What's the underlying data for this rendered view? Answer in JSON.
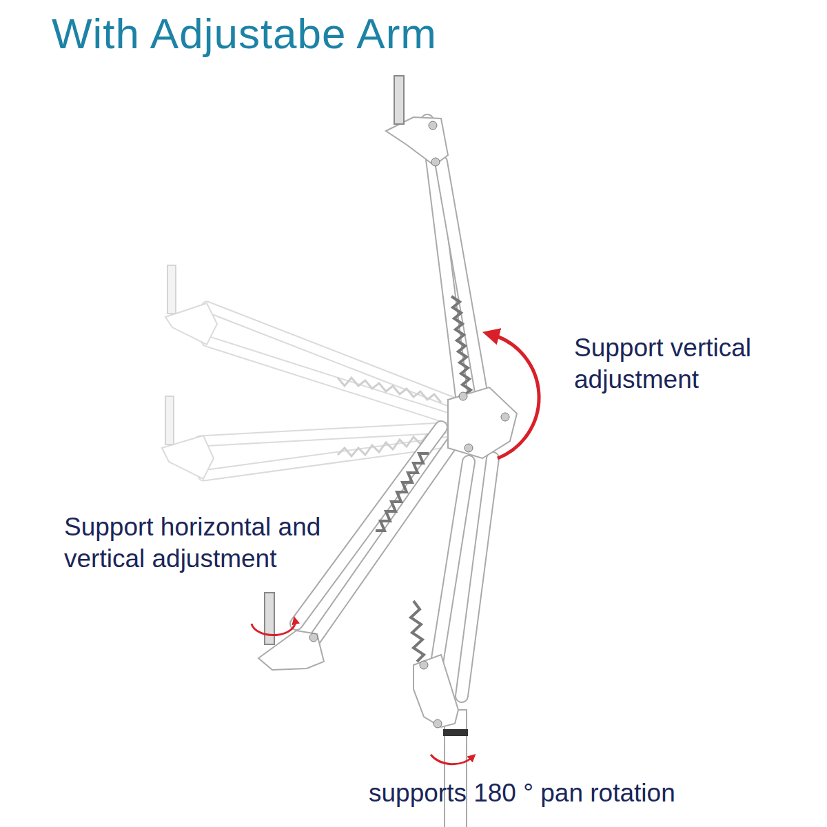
{
  "diagram": {
    "title": "With Adjustabe Arm",
    "labels": [
      "Support vertical adjustment",
      "Support horizontal and vertical adjustment",
      "supports 180 ° pan rotation"
    ]
  }
}
